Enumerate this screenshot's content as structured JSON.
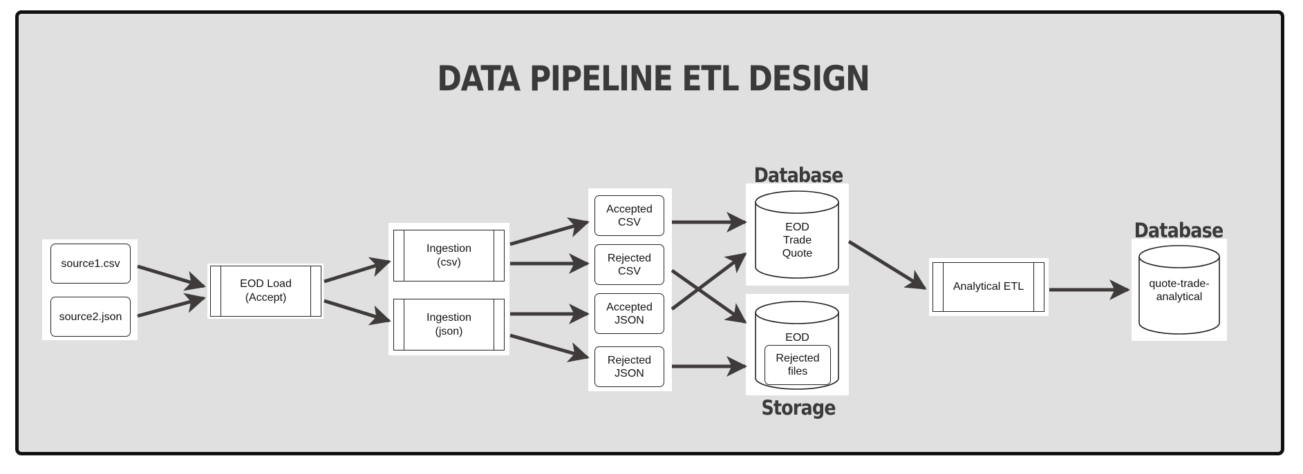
{
  "title": "DATA PIPELINE ETL DESIGN",
  "tags": {
    "database_top": "Database",
    "storage": "Storage",
    "database_right": "Database"
  },
  "sources": [
    {
      "label": "source1.csv"
    },
    {
      "label": "source2.json"
    }
  ],
  "eod_load": {
    "label": "EOD Load\n(Accept)"
  },
  "ingestion": [
    {
      "label": "Ingestion\n(csv)"
    },
    {
      "label": "Ingestion\n(json)"
    }
  ],
  "outputs": [
    {
      "label": "Accepted\nCSV"
    },
    {
      "label": "Rejected\nCSV"
    },
    {
      "label": "Accepted\nJSON"
    },
    {
      "label": "Rejected\nJSON"
    }
  ],
  "db_eod": {
    "label": "EOD\nTrade\nQuote"
  },
  "storage_eod": {
    "label": "EOD",
    "inner": "Rejected\nfiles"
  },
  "analytical_etl": {
    "label": "Analytical ETL"
  },
  "db_final": {
    "label": "quote-trade-\nanalytical"
  },
  "colors": {
    "background": "#e0e0e0",
    "frame": "#111111",
    "arrow": "#3f3b3b",
    "title": "#3a3a3a"
  }
}
